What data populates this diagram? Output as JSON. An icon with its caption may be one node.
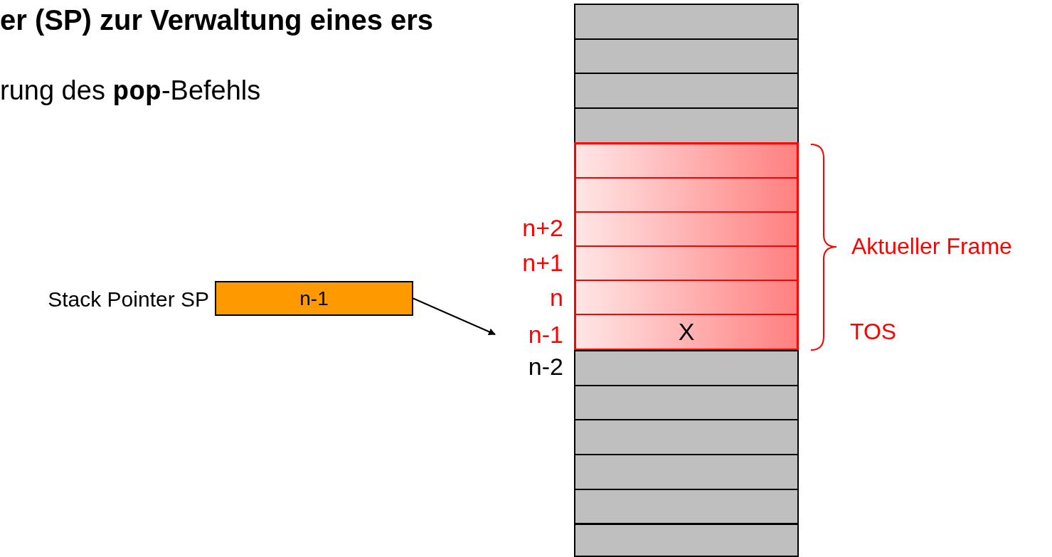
{
  "diagram": {
    "title": "er (SP) zur Verwaltung eines ers",
    "caption": "rung des **pop**-Befehls",
    "nodes": [
      {
        "text": [],
        "shape": "box"
      },
      {
        "text": [],
        "shape": "box"
      },
      {
        "text": [],
        "shape": "box"
      },
      {
        "text": [],
        "shape": "box"
      },
      {
        "text": [],
        "shape": "box"
      },
      {
        "text": [],
        "shape": "box",
        "in": 4
      },
      {
        "text": [],
        "shape": "box",
        "in": 4
      },
      {
        "text": [],
        "shape": "box",
        "in": 4
      },
      {
        "text": [],
        "shape": "box",
        "in": 4
      },
      {
        "text": [],
        "shape": "box",
        "in": 4
      },
      {
        "text": [
          "X"
        ],
        "in": 4
      },
      {
        "text": [],
        "shape": "box"
      },
      {
        "text": [],
        "shape": "box"
      },
      {
        "text": [],
        "shape": "box"
      },
      {
        "text": [],
        "shape": "box"
      },
      {
        "text": [],
        "shape": "box"
      },
      {
        "text": [],
        "shape": "box"
      },
      {
        "text": [
          "n-1"
        ],
        "beside": [
          "Stack Pointer SP"
        ]
      },
      {
        "text": [
          "n-1"
        ]
      }
    ],
    "edges": [
      {
        "from": 17,
        "to": 18,
        "arrow": "to"
      }
    ],
    "labels": [
      "n+2",
      "n+1",
      "n",
      "n-2",
      "Aktueller Frame",
      "TOS"
    ]
  }
}
